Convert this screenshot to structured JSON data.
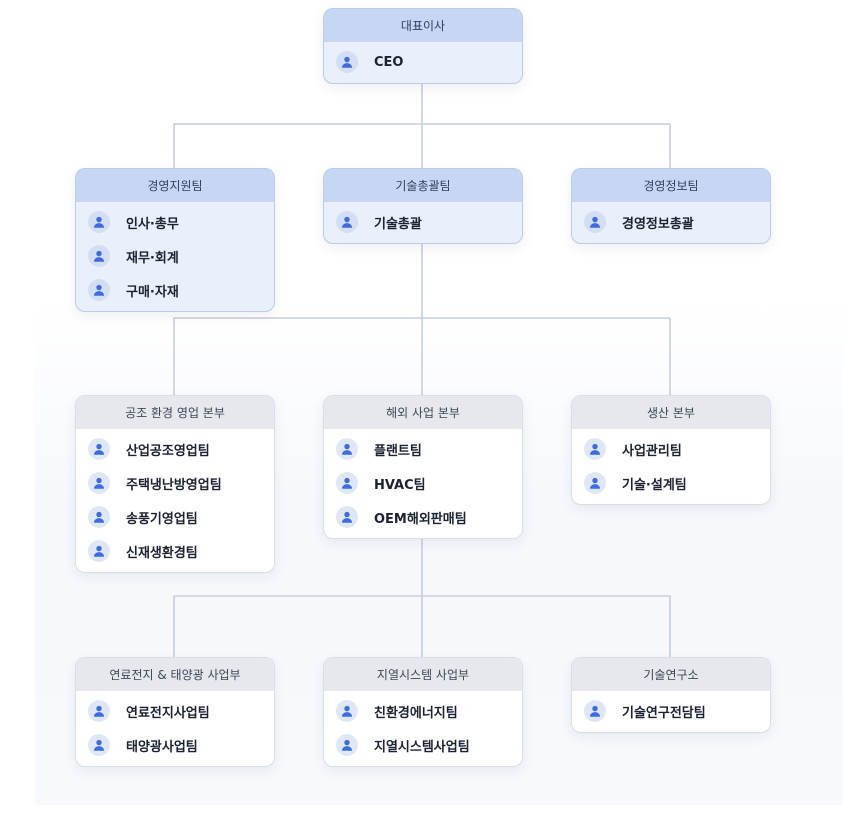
{
  "org": {
    "ceo": {
      "title": "대표이사",
      "items": [
        "CEO"
      ]
    },
    "teams": [
      {
        "title": "경영지원팀",
        "items": [
          "인사·총무",
          "재무·회계",
          "구매·자재"
        ]
      },
      {
        "title": "기술총괄팀",
        "items": [
          "기술총괄"
        ]
      },
      {
        "title": "경영정보팀",
        "items": [
          "경영정보총괄"
        ]
      }
    ],
    "divisions": [
      {
        "title": "공조 환경 영업 본부",
        "items": [
          "산업공조영업팀",
          "주택냉난방영업팀",
          "송풍기영업팀",
          "신재생환경팀"
        ]
      },
      {
        "title": "해외 사업 본부",
        "items": [
          "플랜트팀",
          "HVAC팀",
          "OEM해외판매팀"
        ]
      },
      {
        "title": "생산 본부",
        "items": [
          "사업관리팀",
          "기술·설계팀"
        ]
      }
    ],
    "business_units": [
      {
        "title": "연료전지 & 태양광 사업부",
        "items": [
          "연료전지사업팀",
          "태양광사업팀"
        ]
      },
      {
        "title": "지열시스템 사업부",
        "items": [
          "친환경에너지팀",
          "지열시스템사업팀"
        ]
      },
      {
        "title": "기술연구소",
        "items": [
          "기술연구전담팀"
        ]
      }
    ]
  },
  "colors": {
    "header_blue": "#c6d6f4",
    "body_blue": "#eaf0fb",
    "header_gray": "#e6e8ed",
    "connector": "#c7cfdc",
    "person_icon": "#3d6be0"
  },
  "icons": {
    "member": "person-icon"
  }
}
